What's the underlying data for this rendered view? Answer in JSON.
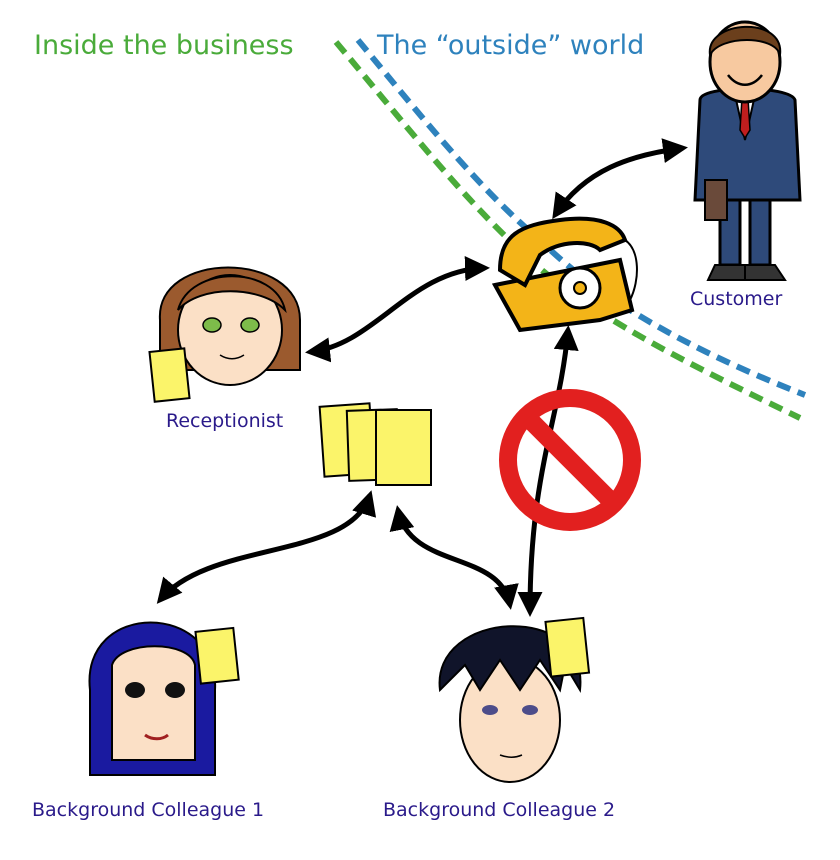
{
  "labels": {
    "inside": "Inside the business",
    "outside": "The “outside” world",
    "customer": "Customer",
    "receptionist": "Receptionist",
    "colleague1": "Background Colleague 1",
    "colleague2": "Background Colleague 2"
  },
  "colors": {
    "inside": "#4aab3a",
    "outside": "#2e82bd",
    "label_text": "#2a1a8a",
    "sticky_note": "#fbf46a",
    "phone": "#f3b418",
    "no_sign": "#e2201f"
  },
  "icons": [
    "telephone-icon",
    "no-entry-icon",
    "sticky-note-icon",
    "person-icon"
  ]
}
